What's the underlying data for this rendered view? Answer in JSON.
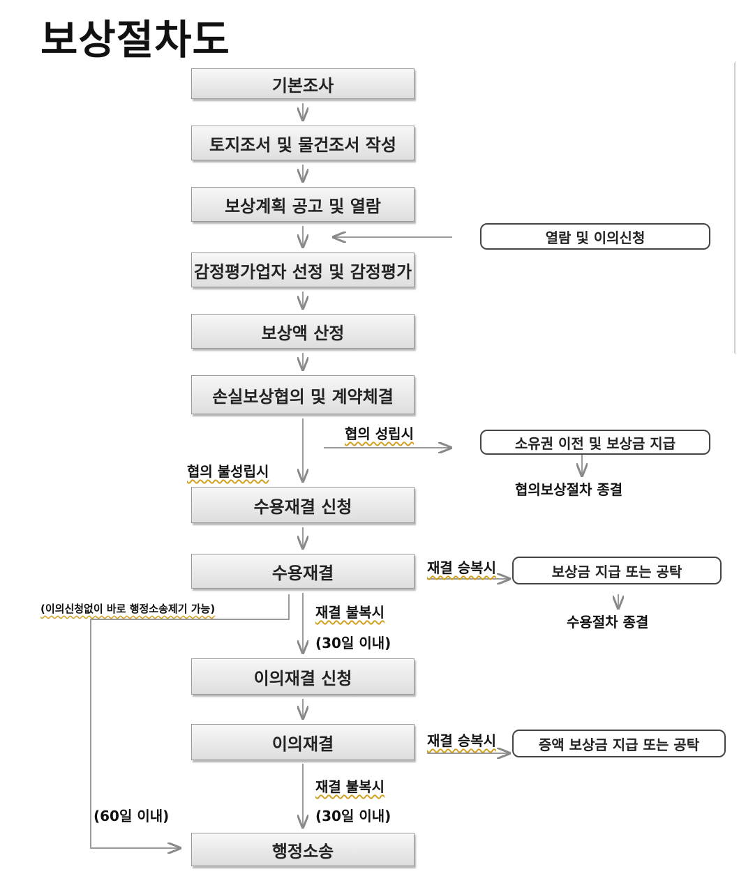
{
  "title": "보상절차도",
  "boxes": {
    "b1": "기본조사",
    "b2": "토지조서 및 물건조서 작성",
    "b3": "보상계획 공고 및 열람",
    "b4": "감정평가업자 선정 및 감정평가",
    "b5": "보상액 산정",
    "b6": "손실보상협의 및 계약체결",
    "b7": "수용재결 신청",
    "b8": "수용재결",
    "b9": "이의재결 신청",
    "b10": "이의재결",
    "b11": "행정소송"
  },
  "side": {
    "objection": "열람 및 이의신청",
    "ownership": "소유권 이전 및 보상금 지급",
    "negotiation_end": "협의보상절차 종결",
    "payment": "보상금 지급 또는 공탁",
    "expropriation_end": "수용절차 종결",
    "increased_payment": "증액 보상금 지급 또는 공탁"
  },
  "labels": {
    "agreed": "협의 성립시",
    "not_agreed": "협의 불성립시",
    "accept1": "재결 승복시",
    "reject1": "재결 불복시",
    "days30_1": "(30일 이내)",
    "accept2": "재결 승복시",
    "reject2": "재결 불복시",
    "days30_2": "(30일 이내)",
    "days60": "(60일 이내)",
    "direct_suit": "(이의신청없이 바로 행정소송제기 가능)"
  }
}
